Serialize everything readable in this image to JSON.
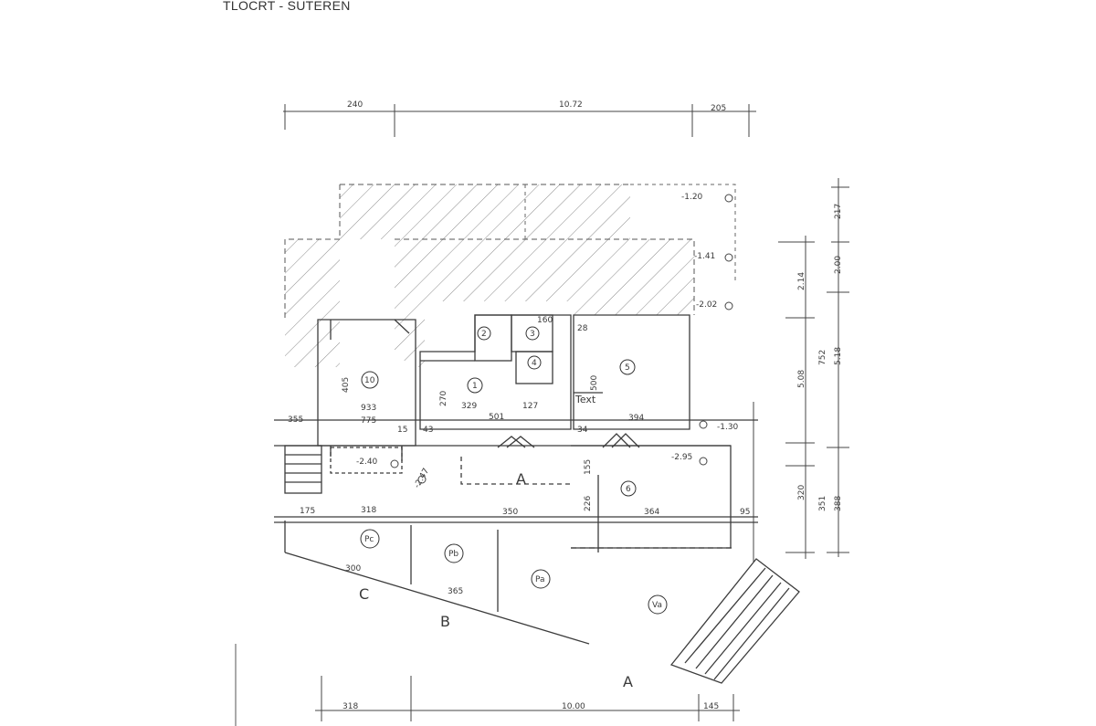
{
  "title": "TLOCRT - SUTEREN",
  "dimensions": {
    "top": [
      "240",
      "10.72",
      "205"
    ],
    "bottom": [
      "318",
      "10.00",
      "145"
    ],
    "right_a": [
      "217",
      "2.00",
      "5.18",
      "388"
    ],
    "right_b": [
      "2.14",
      "5.08",
      "752",
      "320",
      "351"
    ],
    "interior": [
      "405",
      "933",
      "775",
      "329",
      "127",
      "270",
      "501",
      "500",
      "394",
      "355",
      "318",
      "350",
      "364",
      "175",
      "95",
      "226",
      "155",
      "300",
      "365",
      "15",
      "43",
      "34",
      "28",
      "160"
    ]
  },
  "levels": [
    "-1.20",
    "-1.41",
    "-2.02",
    "-1.30",
    "-2.95",
    "-2.40",
    "-2.47"
  ],
  "rooms": [
    "1",
    "2",
    "3",
    "4",
    "5",
    "6",
    "10",
    "Pc",
    "Pb",
    "Pa",
    "Va"
  ],
  "section_letters": [
    "A",
    "A",
    "B",
    "C"
  ],
  "annotation": "Text"
}
